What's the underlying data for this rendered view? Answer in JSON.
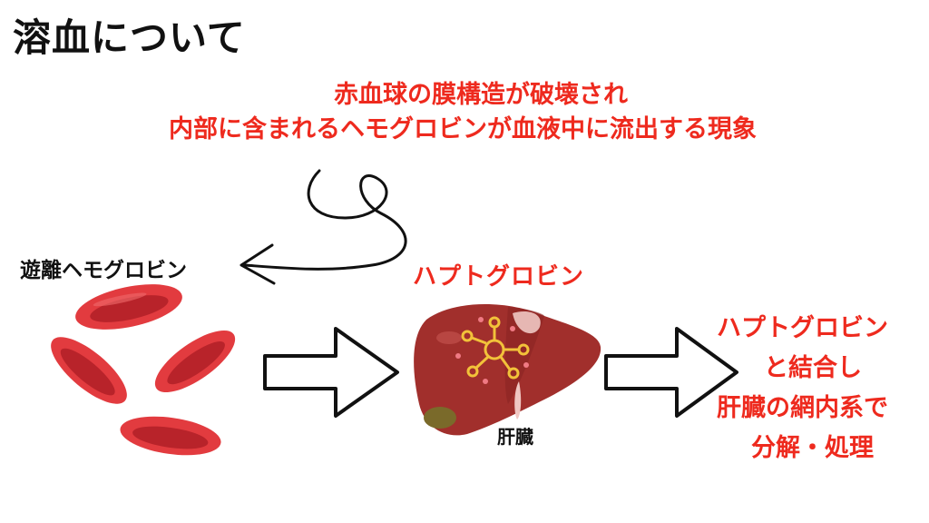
{
  "title": "溶血について",
  "definition": {
    "line1": "赤血球の膜構造が破壊され",
    "line2": "内部に含まれるヘモグロビンが血液中に流出する現象"
  },
  "labels": {
    "free_hemoglobin": "遊離ヘモグロビン",
    "haptoglobin": "ハプトグロビン",
    "liver": "肝臓"
  },
  "result": {
    "line1": "ハプトグロビン",
    "line2": "と結合し",
    "line3": "肝臓の網内系で",
    "line4": "分解・処理"
  },
  "colors": {
    "accent_red": "#ee2a1e",
    "rbc": "#d9343a",
    "liver": "#9e2e2b",
    "gallbladder": "#7a6a2a"
  }
}
